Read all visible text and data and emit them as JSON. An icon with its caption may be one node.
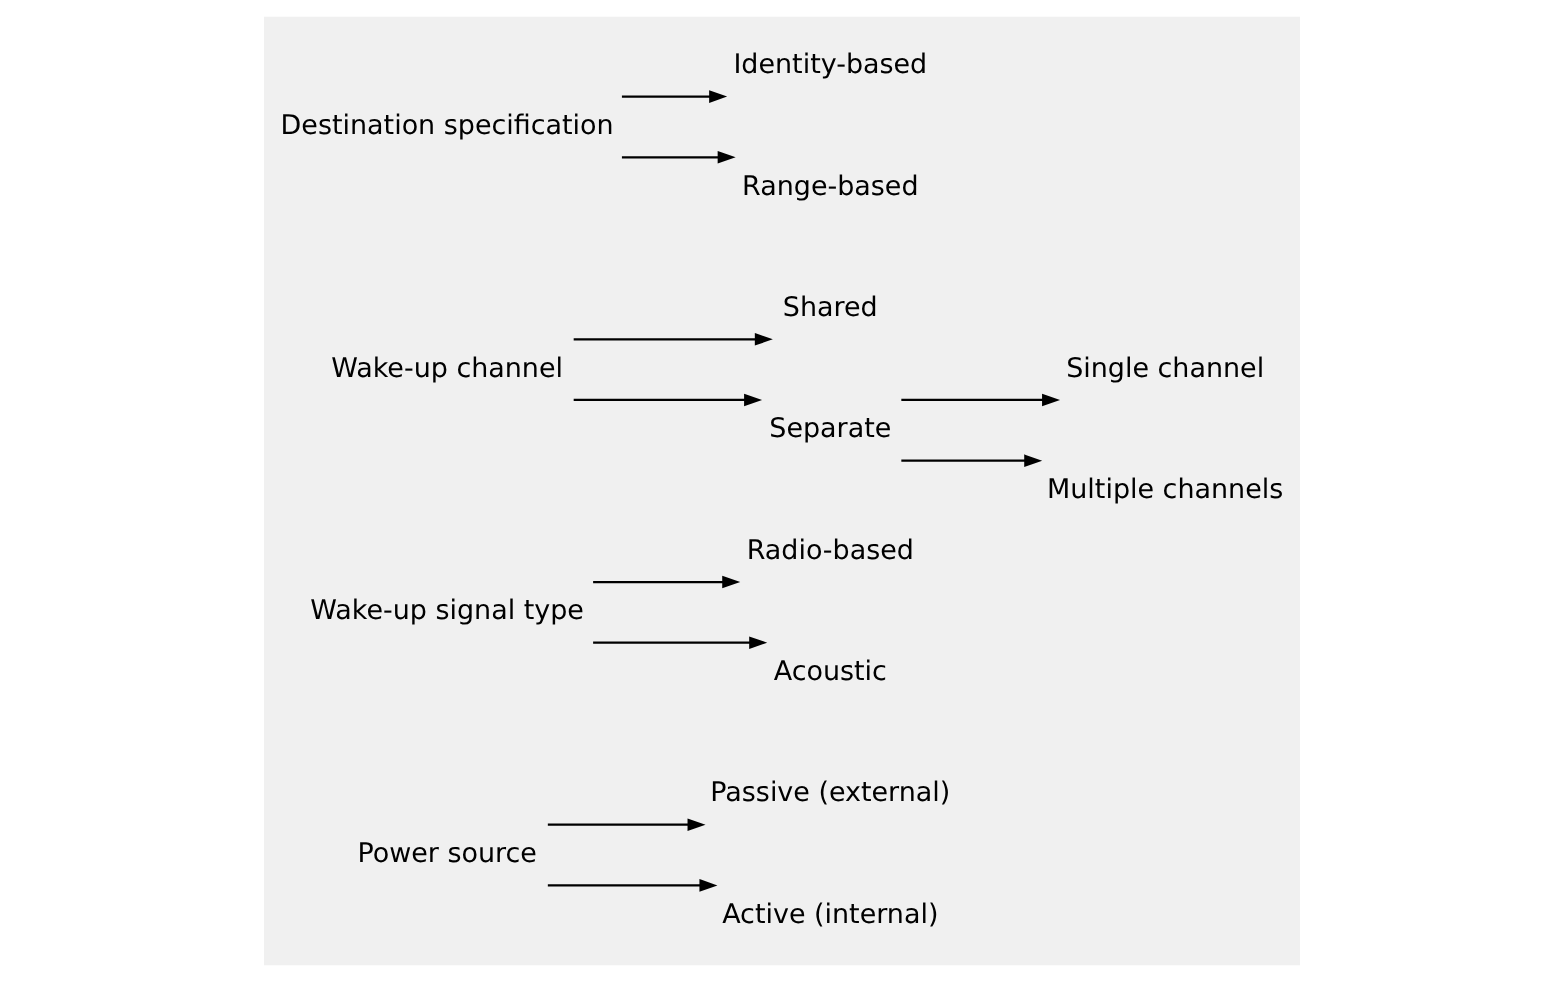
{
  "diagram": {
    "nodes": [
      {
        "text": [
          "Power source"
        ]
      },
      {
        "text": [
          "Passive (external)"
        ]
      },
      {
        "text": [
          "Active (internal)"
        ]
      },
      {
        "text": [
          "Wake-up signal type"
        ]
      },
      {
        "text": [
          "Radio-based"
        ]
      },
      {
        "text": [
          "Acoustic"
        ]
      },
      {
        "text": [
          "Wake-up channel"
        ]
      },
      {
        "text": [
          "Shared"
        ]
      },
      {
        "text": [
          "Separate"
        ]
      },
      {
        "text": [
          "Single channel"
        ]
      },
      {
        "text": [
          "Multiple channels"
        ]
      },
      {
        "text": [
          "Destination specification"
        ]
      },
      {
        "text": [
          "Identity-based"
        ]
      },
      {
        "text": [
          "Range-based"
        ]
      }
    ],
    "edges": [
      {
        "from": 0,
        "to": 1,
        "arrow": "to"
      },
      {
        "from": 0,
        "to": 2,
        "arrow": "to"
      },
      {
        "from": 3,
        "to": 4,
        "arrow": "to"
      },
      {
        "from": 3,
        "to": 5,
        "arrow": "to"
      },
      {
        "from": 6,
        "to": 7,
        "arrow": "to"
      },
      {
        "from": 6,
        "to": 8,
        "arrow": "to"
      },
      {
        "from": 8,
        "to": 9,
        "arrow": "to"
      },
      {
        "from": 8,
        "to": 10,
        "arrow": "to"
      },
      {
        "from": 11,
        "to": 12,
        "arrow": "to"
      },
      {
        "from": 11,
        "to": 13,
        "arrow": "to"
      }
    ]
  }
}
